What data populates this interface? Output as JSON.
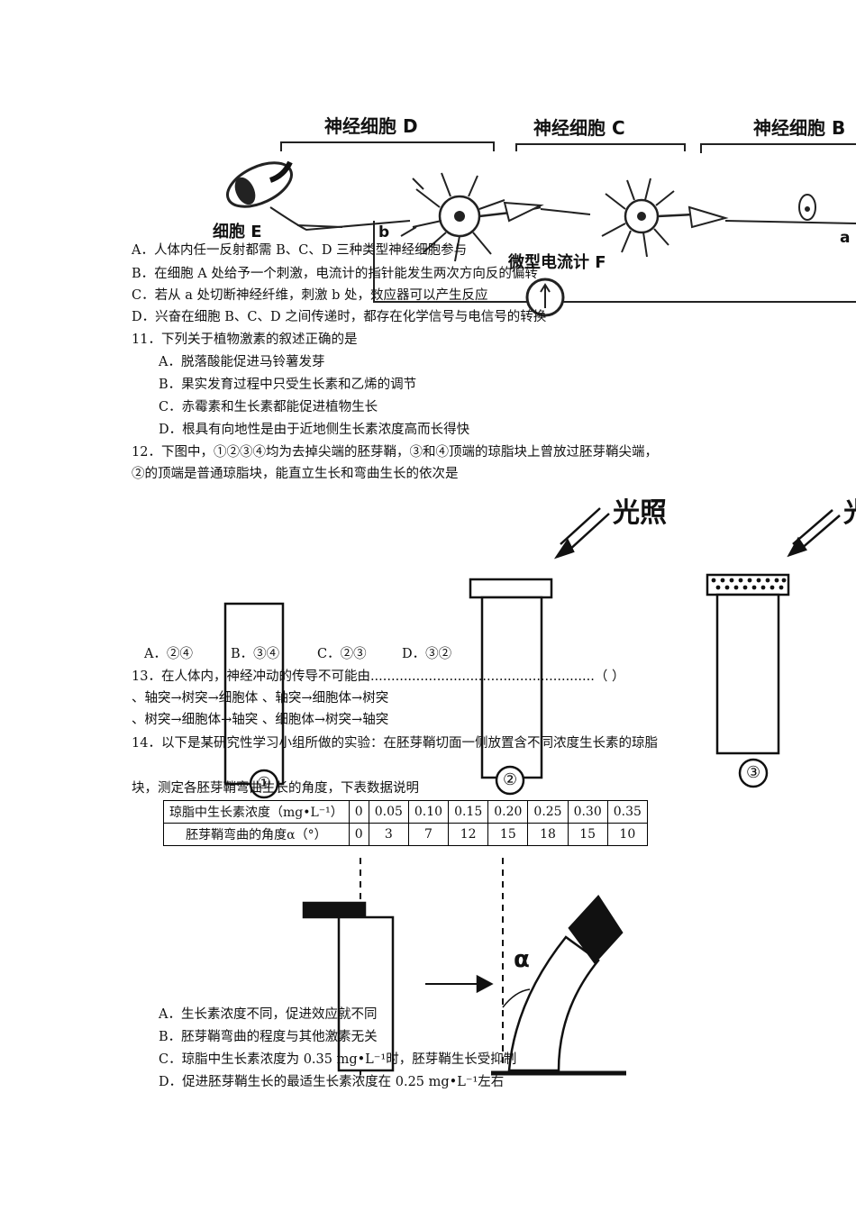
{
  "figure1": {
    "label_d": "神经细胞 D",
    "label_c": "神经细胞 C",
    "label_b": "神经细胞 B",
    "label_e": "细胞 E",
    "label_b_point": "b",
    "label_a_point": "a",
    "label_f": "微型电流计 F"
  },
  "q10_options": [
    "A．人体内任一反射都需 B、C、D 三种类型神经细胞参与",
    "B．在细胞 A 处给予一个刺激，电流计的指针能发生两次方向反的偏转",
    "C．若从 a 处切断神经纤维，刺激 b 处，效应器可以产生反应",
    "D．兴奋在细胞 B、C、D 之间传递时，都存在化学信号与电信号的转换"
  ],
  "q11": {
    "stem": "11．下列关于植物激素的叙述正确的是",
    "options": [
      "A．脱落酸能促进马铃薯发芽",
      "B．果实发育过程中只受生长素和乙烯的调节",
      "C．赤霉素和生长素都能促进植物生长",
      "D．根具有向地性是由于近地侧生长素浓度高而长得快"
    ]
  },
  "q12": {
    "stem_line1": "12．下图中，①②③④均为去掉尖端的胚芽鞘，③和④顶端的琼脂块上曾放过胚芽鞘尖端，",
    "stem_line2": "②的顶端是普通琼脂块，能直立生长和弯曲生长的依次是",
    "light1": "光照",
    "light2": "光",
    "num1": "①",
    "num2": "②",
    "num3": "③",
    "options": [
      "A．②④",
      "B．③④",
      "C．②③",
      "D．③②"
    ]
  },
  "q13": {
    "stem": "13．在人体内，神经冲动的传导不可能由......................................................（    ）",
    "line1": "、轴突→树突→细胞体               、轴突→细胞体→树突",
    "line2": "、树突→细胞体→轴突               、细胞体→树突→轴突"
  },
  "q14": {
    "stem_line1": "14．以下是某研究性学习小组所做的实验：在胚芽鞘切面一侧放置含不同浓度生长素的琼脂",
    "stem_line2": "块，测定各胚芽鞘弯曲生长的角度，下表数据说明",
    "table": {
      "row1_header": "琼脂中生长素浓度（mg•L⁻¹）",
      "row1": [
        "0",
        "0.05",
        "0.10",
        "0.15",
        "0.20",
        "0.25",
        "0.30",
        "0.35"
      ],
      "row2_header": "胚芽鞘弯曲的角度α（°）",
      "row2": [
        "0",
        "3",
        "7",
        "12",
        "15",
        "18",
        "15",
        "10"
      ]
    },
    "alpha": "α",
    "options": [
      "A．生长素浓度不同，促进效应就不同",
      "B．胚芽鞘弯曲的程度与其他激素无关",
      "C．琼脂中生长素浓度为 0.35 mg•L⁻¹时，胚芽鞘生长受抑制",
      "D．促进胚芽鞘生长的最适生长素浓度在 0.25 mg•L⁻¹左右"
    ]
  }
}
